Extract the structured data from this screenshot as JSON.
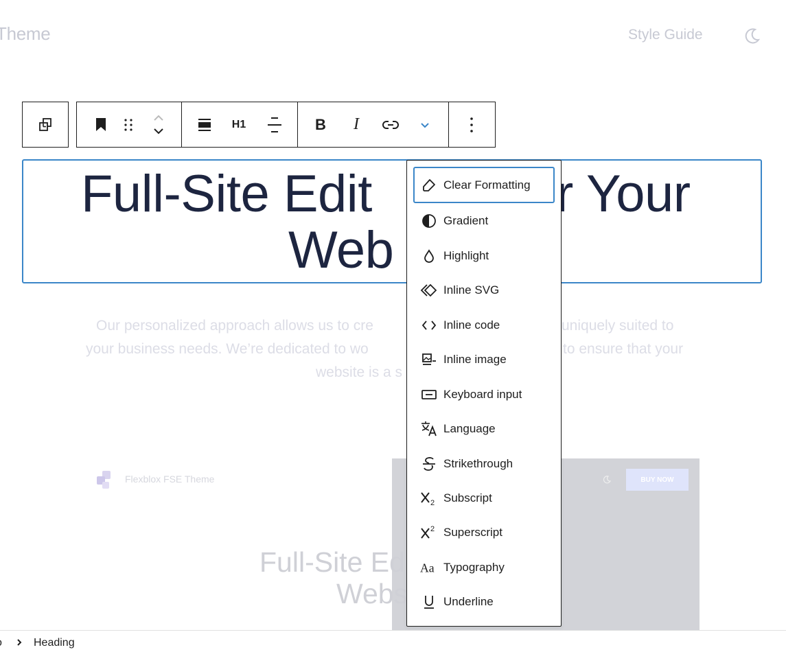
{
  "site": {
    "title": "Theme",
    "nav_style_guide": "Style Guide",
    "theme_toggle_icon": "moon-icon"
  },
  "toolbar": {
    "groups": [
      [
        "block-switcher-icon"
      ],
      [
        "bookmark-icon",
        "drag-handle-icon",
        "move-up-icon",
        "move-down-icon"
      ],
      [
        "align-icon",
        "heading-level",
        "text-align-icon"
      ],
      [
        "bold-icon",
        "italic-icon",
        "link-icon",
        "more-formatting-chevron-icon"
      ],
      [
        "options-kebab-icon"
      ]
    ],
    "heading_level": "H1",
    "bold": "B",
    "italic": "I"
  },
  "heading": {
    "line1_left": "Full-Site Edit",
    "line1_right": "r Your",
    "line2": "Web"
  },
  "intro": {
    "line1_left": "Our personalized approach allows us to cre",
    "line1_right": "uniquely suited to",
    "line2_left": "your business needs. We’re dedicated to wo",
    "line2_right": "to ensure that your",
    "line3": "website is a s"
  },
  "preview": {
    "brand": "Flexblox FSE Theme",
    "buy_button": "BUY NOW",
    "heading_line1": "Full-Site Edit",
    "heading_line2": "Webs"
  },
  "format_menu": {
    "items": [
      {
        "label": "Clear Formatting",
        "icon": "eraser-icon",
        "focused": true
      },
      {
        "label": "Gradient",
        "icon": "gradient-icon"
      },
      {
        "label": "Highlight",
        "icon": "droplet-icon"
      },
      {
        "label": "Inline SVG",
        "icon": "svg-diamond-icon"
      },
      {
        "label": "Inline code",
        "icon": "code-icon"
      },
      {
        "label": "Inline image",
        "icon": "image-icon"
      },
      {
        "label": "Keyboard input",
        "icon": "keyboard-icon"
      },
      {
        "label": "Language",
        "icon": "translate-icon"
      },
      {
        "label": "Strikethrough",
        "icon": "strikethrough-icon"
      },
      {
        "label": "Subscript",
        "icon": "subscript-icon"
      },
      {
        "label": "Superscript",
        "icon": "superscript-icon"
      },
      {
        "label": "Typography",
        "icon": "typography-icon"
      },
      {
        "label": "Underline",
        "icon": "underline-icon"
      }
    ]
  },
  "breadcrumb": {
    "partial": "o",
    "current": "Heading"
  },
  "colors": {
    "focus_blue": "#3a86c8",
    "heading_navy": "#1d2540",
    "dropdown_chevron": "#3a86c8"
  }
}
